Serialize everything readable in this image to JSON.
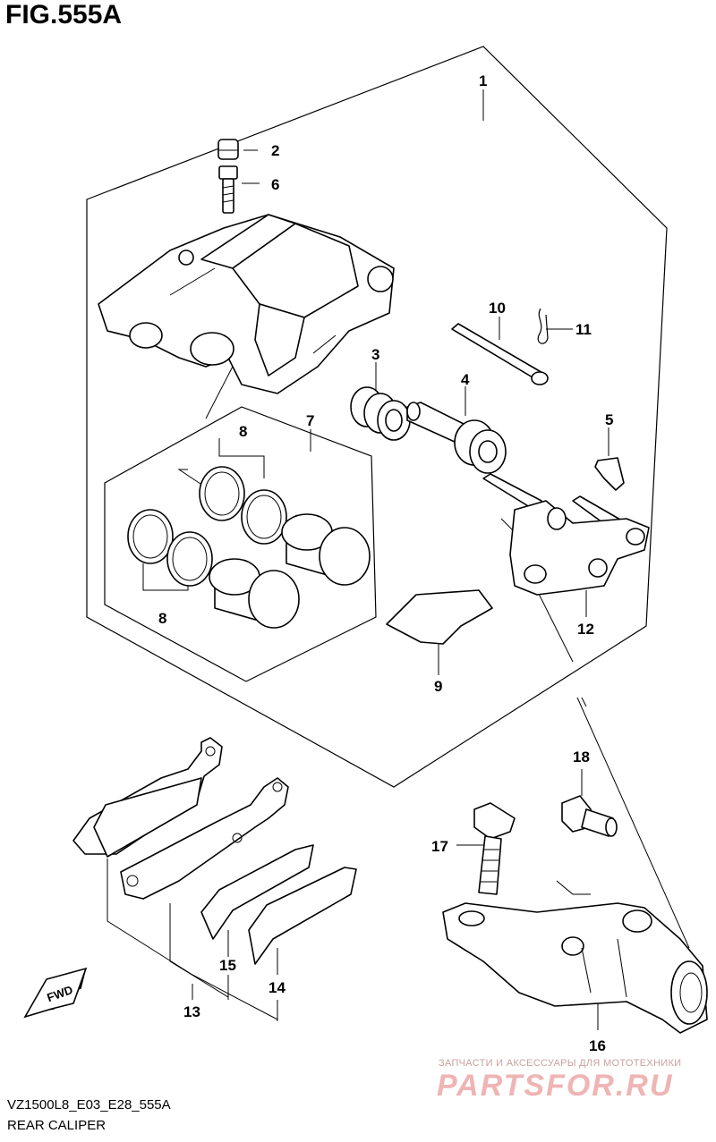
{
  "figure": {
    "title": "FIG.555A",
    "model_code": "VZ1500L8_E03_E28_555A",
    "description": "REAR CALIPER"
  },
  "direction_badge": {
    "label": "FWD"
  },
  "callouts": {
    "c1": "1",
    "c2": "2",
    "c3": "3",
    "c4": "4",
    "c5": "5",
    "c6": "6",
    "c7": "7",
    "c8a": "8",
    "c8b": "8",
    "c9": "9",
    "c10": "10",
    "c11": "11",
    "c12": "12",
    "c13": "13",
    "c14": "14",
    "c15": "15",
    "c16": "16",
    "c17": "17",
    "c18": "18"
  },
  "watermark": {
    "tagline": "ЗАПЧАСТИ И АКСЕССУАРЫ ДЛЯ МОТОТЕХНИКИ",
    "brand": "PARTSFOR.RU"
  }
}
